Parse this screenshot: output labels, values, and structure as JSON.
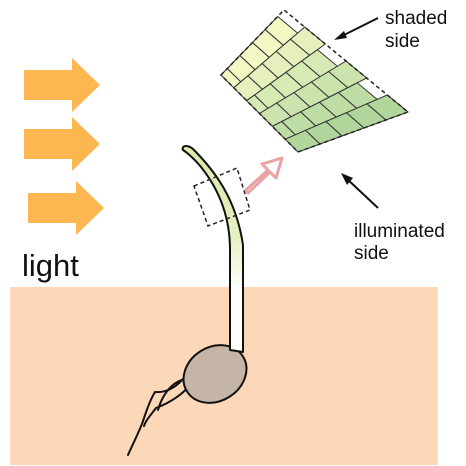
{
  "labels": {
    "light": "light",
    "shaded": [
      "shaded",
      "side"
    ],
    "illuminated": [
      "illuminated",
      "side"
    ]
  },
  "colors": {
    "light_arrow": "#FDB751",
    "soil": "#FCD8B8",
    "seed": "#C4B5A6",
    "stem_tip": "#DDEDAF",
    "stem_white": "#FFFFFF",
    "cell_shaded": "#A9D398",
    "cell_illuminated": "#FAFAC8",
    "zoom_arrow": "#E9A3A3",
    "outline": "#222222"
  },
  "tissue_grid": {
    "rows": 6,
    "cols": 5
  }
}
